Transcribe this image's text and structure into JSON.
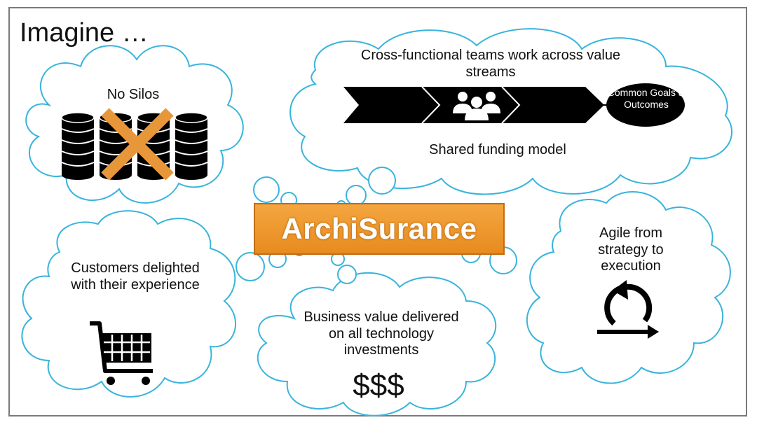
{
  "title": "Imagine …",
  "center_label": "ArchiSurance",
  "clouds": {
    "no_silos": {
      "label": "No Silos"
    },
    "teams": {
      "heading": "Cross-functional teams work across value streams",
      "goals": "Common Goals & Outcomes",
      "funding": "Shared funding model"
    },
    "customers": {
      "label": "Customers delighted with their experience"
    },
    "business": {
      "label": "Business value delivered on all technology investments",
      "symbol": "$$$"
    },
    "agile": {
      "label": "Agile from strategy to execution"
    }
  },
  "colors": {
    "cloud_stroke": "#39b4dc",
    "accent_orange": "#f0a040",
    "cross_orange": "#e8963a",
    "dark": "#000000"
  },
  "icons": [
    "database-icon",
    "cross-icon",
    "people-icon",
    "shopping-cart-icon",
    "cycle-arrow-icon",
    "chevron-arrow-icon"
  ]
}
